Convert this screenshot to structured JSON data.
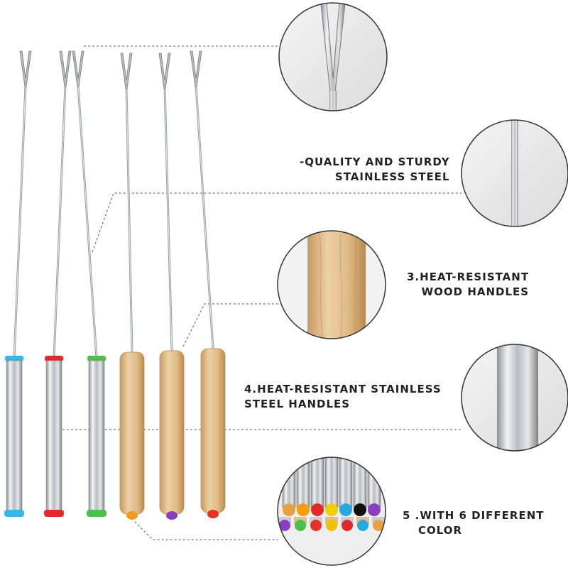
{
  "features": [
    {
      "lines": [
        "-QUALITY AND STURDY",
        "STAINLESS STEEL"
      ]
    },
    {
      "lines": [
        "3.HEAT-RESISTANT",
        "WOOD HANDLES"
      ]
    },
    {
      "lines": [
        "4.HEAT-RESISTANT STAINLESS",
        "STEEL HANDLES"
      ]
    },
    {
      "lines": [
        "5 .WITH 6 DIFFERENT",
        "COLOR"
      ]
    }
  ],
  "forks": [
    {
      "handle": "stainless-steel",
      "cap_color": "#38b6e8"
    },
    {
      "handle": "stainless-steel",
      "cap_color": "#e02a2a"
    },
    {
      "handle": "stainless-steel",
      "cap_color": "#4cc04a"
    },
    {
      "handle": "wood",
      "cap_color": "#f29a1c"
    },
    {
      "handle": "wood",
      "cap_color": "#8a3fc0"
    },
    {
      "handle": "wood",
      "cap_color": "#e53224"
    }
  ],
  "colors": {
    "text": "#222222",
    "steel": "#c9ccd0",
    "wood": "#e0be8c",
    "leader_line": "#555555",
    "circle_border": "#333333"
  },
  "cap_palette": [
    "#e8a040",
    "#f4a000",
    "#e02a2a",
    "#f0d000",
    "#29a8e0",
    "#111111",
    "#8a3fc0",
    "#4cc04a",
    "#e53224",
    "#f0c000",
    "#e02a2a",
    "#29a8e0"
  ]
}
